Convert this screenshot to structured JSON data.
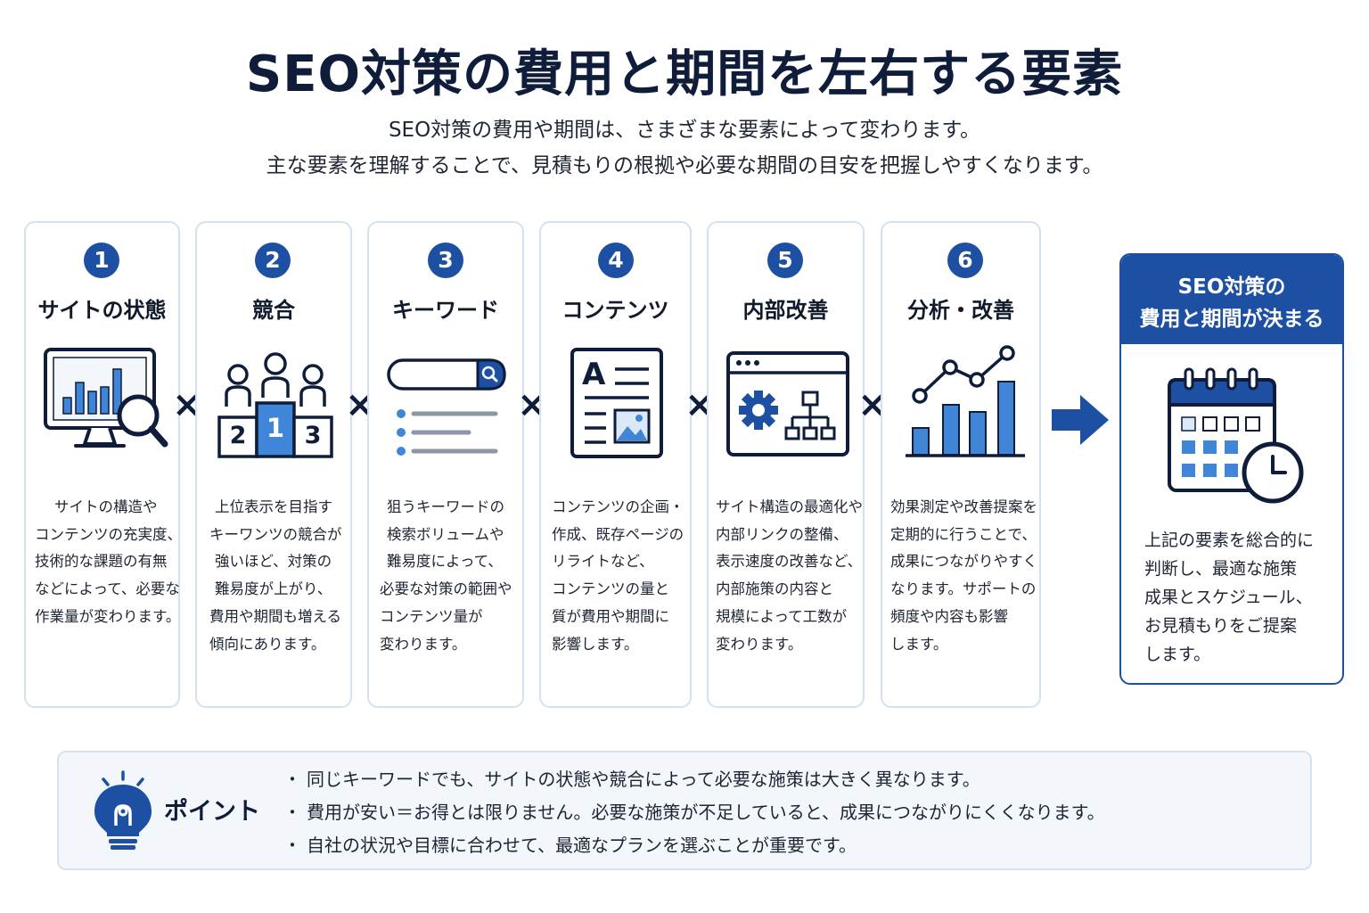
{
  "title": "SEO対策の費用と期間を左右する要素",
  "subtitle": [
    "SEO対策の費用や期間は、さまざまな要素によって変わります。",
    "主な要素を理解することで、見積もりの根拠や必要な期間の目安を把握しやすくなります。"
  ],
  "operator": "×",
  "cards": [
    {
      "num": "1",
      "title": "サイトの状態",
      "icon": "monitor-search-icon",
      "desc": [
        "サイトの構造や",
        "コンテンツの充実度、",
        "技術的な課題の有無",
        "などによって、必要な",
        "作業量が変わります。"
      ]
    },
    {
      "num": "2",
      "title": "競合",
      "icon": "podium-icon",
      "podium": [
        "2",
        "1",
        "3"
      ],
      "desc": [
        "上位表示を目指す",
        "キーワンツの競合が",
        "強いほど、対策の",
        "難易度が上がり、",
        "費用や期間も増える",
        "傾向にあります。"
      ]
    },
    {
      "num": "3",
      "title": "キーワード",
      "icon": "search-list-icon",
      "desc": [
        "狙うキーワードの",
        "検索ボリュームや",
        "難易度によって、",
        "必要な対策の範囲や",
        "コンテンツ量が",
        "変わります。"
      ]
    },
    {
      "num": "4",
      "title": "コンテンツ",
      "icon": "document-icon",
      "doc_letter": "A",
      "desc": [
        "コンテンツの企画・",
        "作成、既存ページの",
        "リライトなど、",
        "コンテンツの量と",
        "質が費用や期間に",
        "影響します。"
      ]
    },
    {
      "num": "5",
      "title": "内部改善",
      "icon": "browser-gear-icon",
      "desc": [
        "サイト構造の最適化や",
        "内部リンクの整備、",
        "表示速度の改善など、",
        "内部施策の内容と",
        "規模によって工数が",
        "変わります。"
      ]
    },
    {
      "num": "6",
      "title": "分析・改善",
      "icon": "growth-chart-icon",
      "desc": [
        "効果測定や改善提案を",
        "定期的に行うことで、",
        "成果につながりやすく",
        "なります。サポートの",
        "頻度や内容も影響",
        "します。"
      ]
    }
  ],
  "result": {
    "title": [
      "SEO対策の",
      "費用と期間が決まる"
    ],
    "icon": "calendar-clock-icon",
    "desc": [
      "上記の要素を総合的に",
      "判断し、最適な施策",
      "成果とスケジュール、",
      "お見積もりをご提案",
      "します。"
    ]
  },
  "point": {
    "label": "ポイント",
    "icon": "lightbulb-icon",
    "items": [
      "同じキーワードでも、サイトの状態や競合によって必要な施策は大きく異なります。",
      "費用が安い＝お得とは限りません。必要な施策が不足していると、成果につながりにくくなります。",
      "自社の状況や目標に合わせて、最適なプランを選ぶことが重要です。"
    ]
  },
  "colors": {
    "primary": "#1d4fa2",
    "accent": "#3f86d8",
    "light": "#dbe8f7",
    "border": "#d3e2f2",
    "text": "#0f1d3a"
  }
}
